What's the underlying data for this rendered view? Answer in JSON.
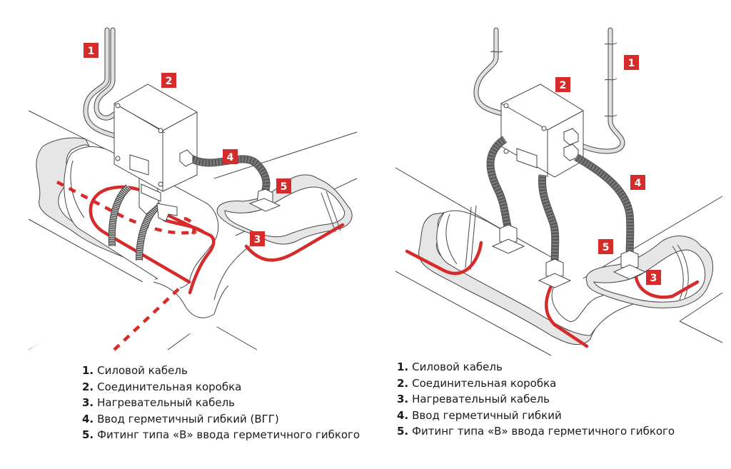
{
  "colors": {
    "accent_red": "#d62b2b",
    "outline": "#444444",
    "insulation_fill": "#e6e6e6",
    "flex_conduit": "#7a7a7a"
  },
  "left_diagram": {
    "description": "Installation with flexible sealed entry (ВГГ) from junction box to pipe",
    "badges": [
      "1",
      "2",
      "3",
      "4",
      "5"
    ]
  },
  "right_diagram": {
    "description": "Installation with three flexible sealed entries from junction box to pipe",
    "badges": [
      "1",
      "2",
      "3",
      "4",
      "5"
    ]
  },
  "left_legend": [
    {
      "num": "1.",
      "text": "Силовой кабель"
    },
    {
      "num": "2.",
      "text": "Соединительная коробка"
    },
    {
      "num": "3.",
      "text": "Нагревательный кабель"
    },
    {
      "num": "4.",
      "text": "Ввод герметичный гибкий (ВГГ)"
    },
    {
      "num": "5.",
      "text": "Фитинг типа «В» ввода герметичного гибкого"
    }
  ],
  "right_legend": [
    {
      "num": "1.",
      "text": "Силовой кабель"
    },
    {
      "num": "2.",
      "text": "Соединительная коробка"
    },
    {
      "num": "3.",
      "text": "Нагревательный кабель"
    },
    {
      "num": "4.",
      "text": "Ввод герметичный гибкий"
    },
    {
      "num": "5.",
      "text": "Фитинг типа «В» ввода герметичного гибкого"
    }
  ]
}
